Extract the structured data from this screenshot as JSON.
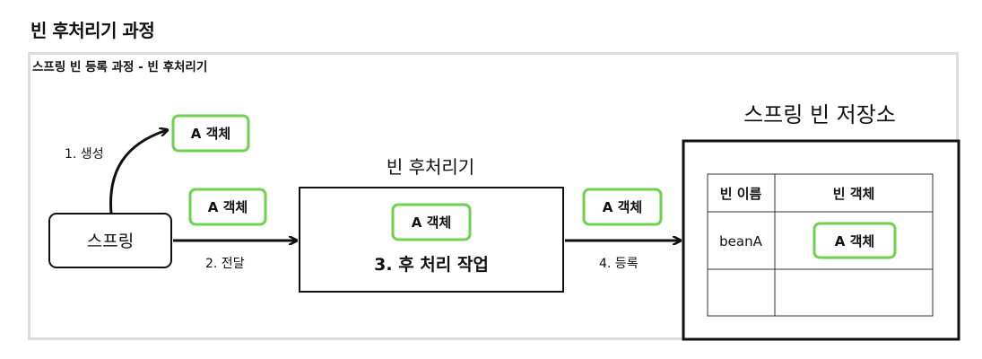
{
  "page": {
    "title": "빈 후처리기 과정",
    "caption": "스프링 빈 등록 과정 - 빈 후처리기"
  },
  "diagram": {
    "spring_box": "스프링",
    "step1_label": "1. 생성",
    "step2_label": "2. 전달",
    "step4_label": "4. 등록",
    "object_a": "A 객체",
    "processor_title": "빈 후처리기",
    "processor_action": "3. 후 처리 작업",
    "container_title": "스프링 빈 저장소",
    "table": {
      "headers": [
        "빈 이름",
        "빈 객체"
      ],
      "rows": [
        [
          "beanA",
          "A 객체"
        ],
        [
          "",
          ""
        ]
      ]
    },
    "colors": {
      "object_border": "#6ed24e",
      "stroke": "#111111",
      "frame": "#dcdcdc"
    }
  }
}
